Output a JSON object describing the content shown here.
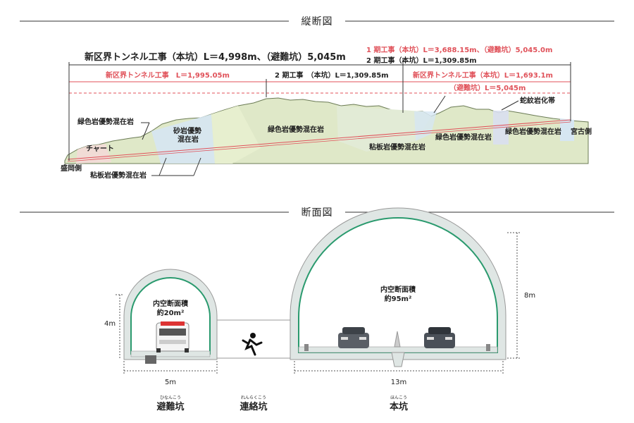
{
  "sections": {
    "longitudinal_title": "縦断図",
    "cross_title": "断面図"
  },
  "longitudinal": {
    "overall": "新区界トンネル工事（本坑）L＝4,998m、（避難坑）5,045m",
    "phase1": "1 期工事（本坑）L＝3,688.15m、（避難坑）5,045.0m",
    "phase2_right": "2 期工事（本坑）L＝1,309.85m",
    "left_segment": "新区界トンネル工事　L＝1,995.05m",
    "mid_segment": "2 期工事　（本坑）L＝1,309.85m",
    "right_segment": "新区界トンネル工事（本坑）L＝1,693.1m",
    "evac_segment": "（避難坑）L＝5,045m",
    "end_left": "盛岡側",
    "end_right": "宮古側",
    "geology": {
      "g1": "緑色岩優勢混在岩",
      "g2": "チャート",
      "g3a": "砂岩優勢",
      "g3b": "混在岩",
      "g4": "粘板岩優勢混在岩",
      "g5": "緑色岩優勢混在岩",
      "g6": "粘板岩優勢混在岩",
      "g7": "緑色岩優勢混在岩",
      "g8": "緑色岩優勢混在岩",
      "g9": "蛇紋岩化帯"
    }
  },
  "cross": {
    "small": {
      "area_label": "内空断面積",
      "area_value": "約20m²",
      "height": "4m",
      "width": "5m",
      "ruby": "ひなんこう",
      "name": "避難坑"
    },
    "connector": {
      "ruby": "れんらくこう",
      "name": "連絡坑"
    },
    "large": {
      "area_label": "内空断面積",
      "area_value": "約95m²",
      "height": "8m",
      "width": "13m",
      "ruby": "ほんこう",
      "name": "本坑"
    }
  },
  "colors": {
    "red": "#e0525a",
    "lining": "#dfe6e4",
    "membrane": "#2a9a6e",
    "green_rock": "#dfe8c8",
    "blue_rock": "#d6e6f2",
    "pink_rock": "#f1dcd6"
  }
}
